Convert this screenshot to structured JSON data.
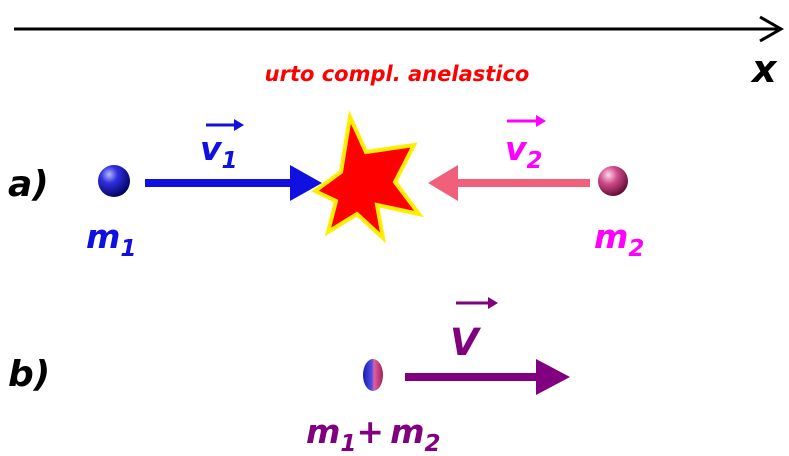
{
  "axis": {
    "label": "x"
  },
  "title": "urto compl. anelastico",
  "scenario_a": {
    "label": "a)",
    "mass1": {
      "symbol": "m",
      "subscript": "1"
    },
    "velocity1": {
      "symbol": "v",
      "subscript": "1"
    },
    "mass2": {
      "symbol": "m",
      "subscript": "2"
    },
    "velocity2": {
      "symbol": "v",
      "subscript": "2"
    }
  },
  "scenario_b": {
    "label": "b)",
    "combined_mass": {
      "m1": "m",
      "m1_sub": "1",
      "plus": "+",
      "m2": "m",
      "m2_sub": "2"
    },
    "velocity": {
      "symbol": "V"
    }
  },
  "colors": {
    "axis": "#000000",
    "title": "#ff0000",
    "mass1": "#1010e0",
    "mass2": "#ff00ff",
    "arrow2": "#f0607a",
    "combined": "#800080",
    "explosion_fill": "#ff0000",
    "explosion_outline": "#ffee00"
  }
}
